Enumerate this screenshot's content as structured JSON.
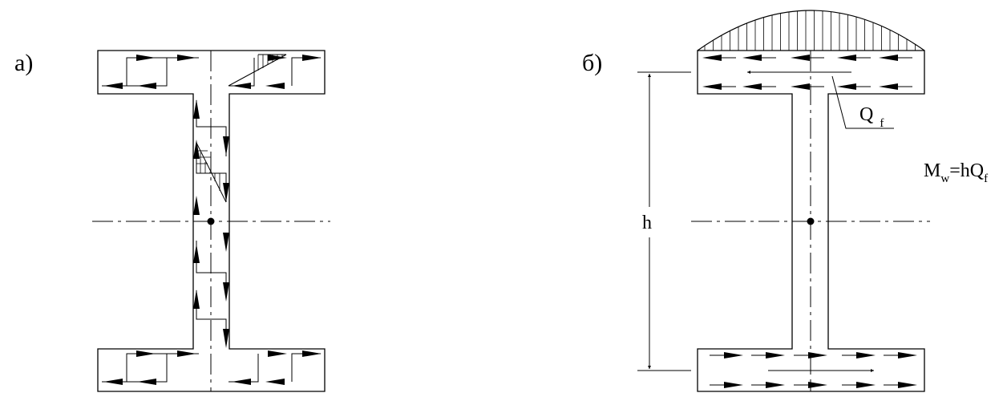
{
  "panel_a": {
    "label": "а)"
  },
  "panel_b": {
    "label": "б)",
    "height_label": "h",
    "shear_label_main": "Q",
    "shear_label_sub": "f",
    "moment_main_M": "M",
    "moment_sub_w": "w",
    "moment_mid": "=hQ",
    "moment_sub_f": "f"
  },
  "colors": {
    "stroke": "#000000",
    "background": "#ffffff"
  }
}
